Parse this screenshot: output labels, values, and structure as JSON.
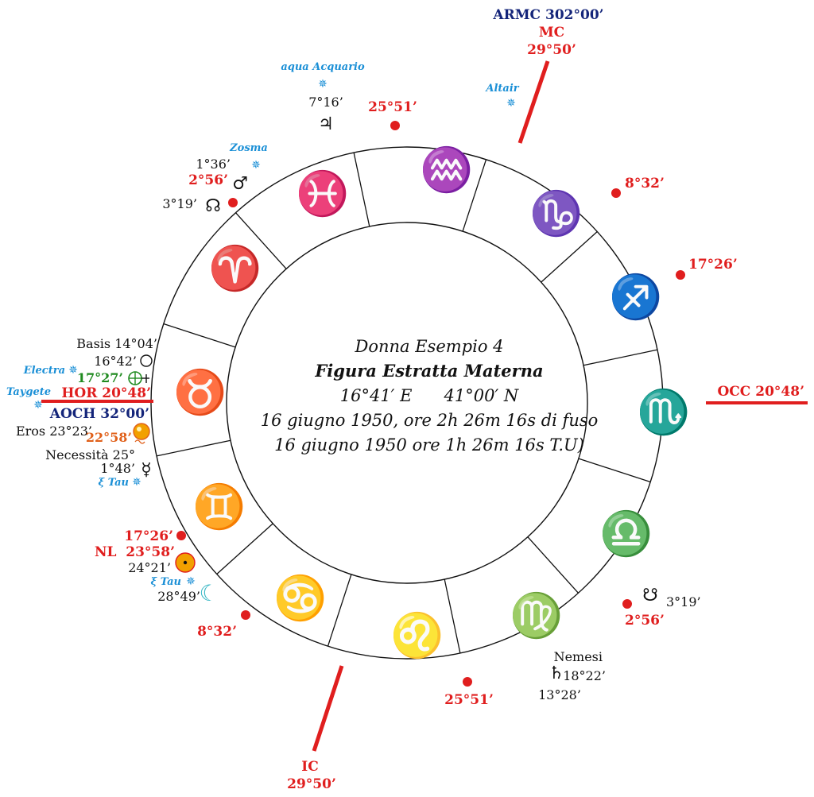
{
  "center": {
    "title": "Donna Esempio 4",
    "subtitle": "Figura Estratta Materna",
    "coords": "16°41′ E      41°00′ N",
    "line1": "16 giugno 1950, ore 2h 26m 16s di fuso",
    "line2": "16 giugno 1950 ore 1h 26m 16s T.U)"
  },
  "axes": {
    "armc": "ARMC 302°00’",
    "mc": "MC",
    "mc_deg": "29°50’",
    "ic": "IC",
    "ic_deg": "29°50’",
    "hor": "HOR 20°48’",
    "aoch": "AOCH 32°00’",
    "occ": "OCC 20°48’"
  },
  "signs": {
    "aquarius": "♒",
    "capricorn": "♑",
    "sagittarius": "♐",
    "scorpio": "♏",
    "libra": "♎",
    "virgo": "♍",
    "leo": "♌",
    "cancer": "♋",
    "gemini": "♊",
    "taurus": "♉",
    "aries": "♈",
    "pisces": "♓"
  },
  "cusps": {
    "c_2551_top": "25°51’",
    "c_832_top": "8°32’",
    "c_1726_right": "17°26’",
    "c_256_left": "2°56’",
    "c_256_right": "2°56’",
    "c_1726_left": "17°26’",
    "c_832_bottom": "8°32’",
    "c_2551_bottom": "25°51’"
  },
  "planets": {
    "jupiter_glyph": "♃",
    "jupiter_deg": "7°16’",
    "mars_glyph": "♂",
    "mars_deg": "1°36’",
    "node_north_glyph": "☊",
    "node_north_deg": "3°19’",
    "node_south_glyph": "☋",
    "node_south_deg": "3°19’",
    "saturn_glyph": "♄",
    "saturn_deg": "13°28’",
    "basis": "Basis 14°04’",
    "moon_ring_deg": "16°42’",
    "pof_deg": "17°27’",
    "eros": "Eros 23°23’",
    "sun_deg": "22°58’",
    "necessita": "Necessità 25°",
    "mercury_glyph": "☿",
    "mercury_deg": "1°48’",
    "nl_label": "NL  23°58’",
    "nl_deg": "24°21’",
    "moon_glyph": "☾",
    "moon_deg": "28°49’",
    "nemesi": "Nemesi",
    "nemesi_deg": "18°22’"
  },
  "stars": {
    "aqua": "aqua Acquario",
    "altair": "Altair",
    "zosma": "Zosma",
    "electra": "Electra",
    "taygete": "Taygete",
    "xi_tau_1": "ξ Tau",
    "xi_tau_2": "ξ Tau",
    "star_glyph": "✵"
  },
  "colors": {
    "axis_red": "#e01e1e",
    "star_blue": "#1a8fd6",
    "navy": "#14257a",
    "green": "#1f8a1f",
    "orange": "#e0601a"
  }
}
